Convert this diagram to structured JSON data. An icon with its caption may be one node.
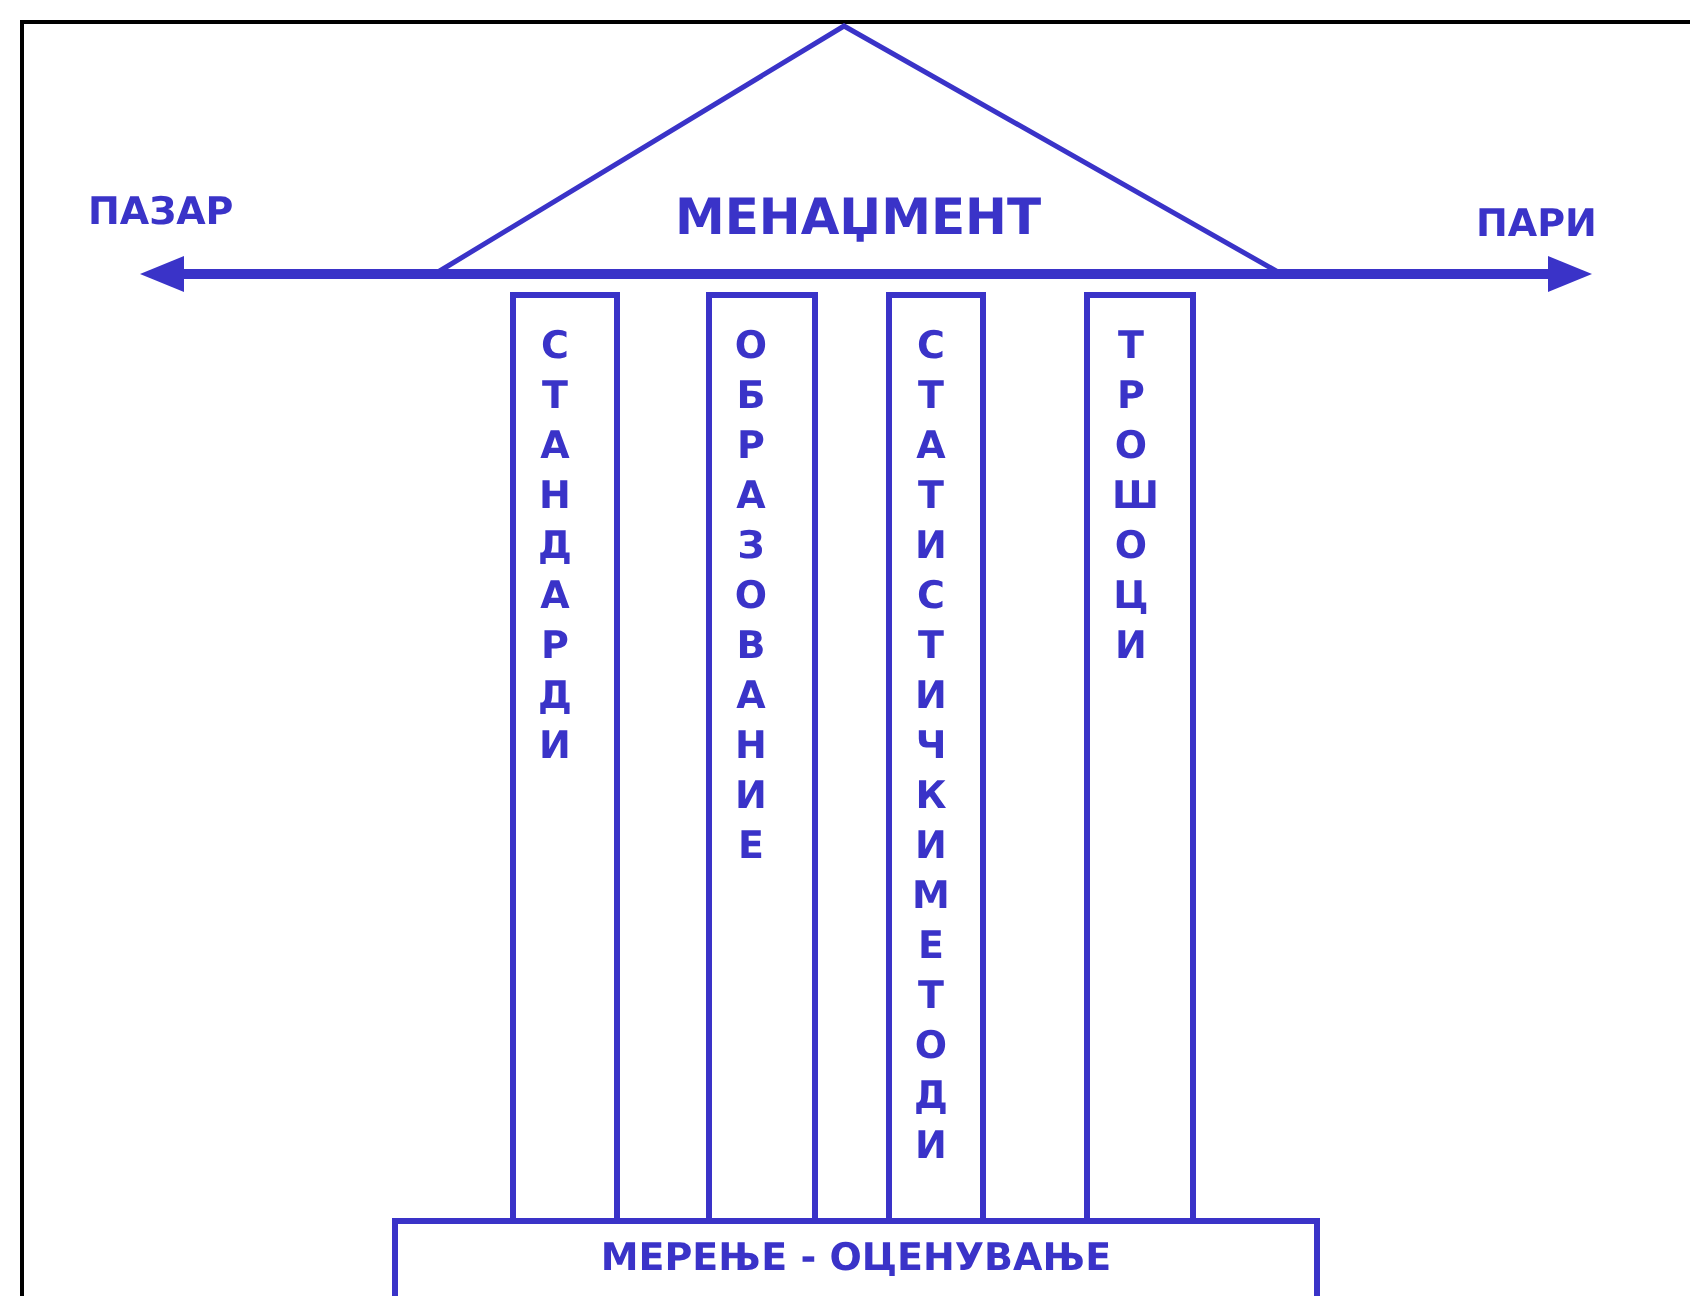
{
  "diagram": {
    "nodes": [
      {
        "text": [
          "МЕНАЏМЕНТ"
        ]
      },
      {
        "text": [
          "СТАНДАРДИ"
        ]
      },
      {
        "text": [
          "ОБРАЗОВАНИЕ"
        ]
      },
      {
        "text": [
          "СТАТИСТИЧКИМЕТОДИ"
        ]
      },
      {
        "text": [
          "ТРОШОЦИ"
        ]
      },
      {
        "text": [
          "МЕРЕЊЕ - ОЦЕНУВАЊЕ"
        ]
      }
    ],
    "labels": [
      "ПАЗАР",
      "ПАРИ"
    ]
  }
}
